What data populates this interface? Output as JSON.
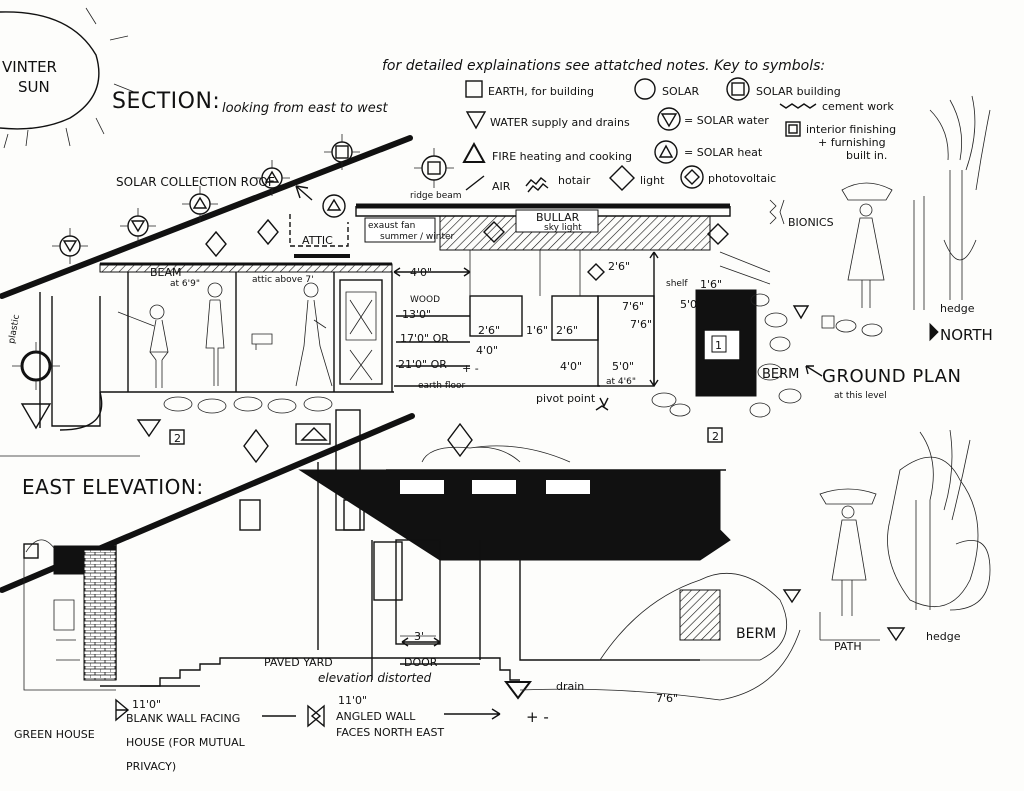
{
  "header": {
    "winter_sun": [
      "VINTER",
      "SUN"
    ],
    "section_title": "SECTION:",
    "section_sub": "looking from east to west",
    "notes": "for detailed explainations see attatched notes. Key to symbols:"
  },
  "legend": {
    "earth": "EARTH, for building",
    "solar": "SOLAR",
    "solar_building": "SOLAR building",
    "cement": "cement work",
    "water": "WATER supply and drains",
    "solar_water": "= SOLAR water",
    "interior": [
      "interior finishing",
      "+ furnishing",
      "built in."
    ],
    "fire": "FIRE heating and cooking",
    "solar_heat": "= SOLAR heat",
    "air": "AIR",
    "hotair": "hotair",
    "light": "light",
    "photovoltaic": "photovoltaic"
  },
  "section": {
    "solar_roof": "SOLAR COLLECTION ROOF",
    "ridge_beam": "ridge beam",
    "exhaust_fan": "exaust fan",
    "summer_winter": "summer / winter",
    "bullar": "BULLAR",
    "skylight": "sky light",
    "attic": "ATTIC",
    "attic_above": "attic above 7'",
    "beam": "BEAM",
    "beam_dim": "at 6'9\"",
    "plastic": "plastic",
    "bionics": "BIONICS",
    "hedge": "hedge",
    "north": "NORTH",
    "ground_plan": "GROUND PLAN",
    "at_this_level": "at this level",
    "berm": "BERM",
    "shelf": "shelf",
    "wood": "WOOD",
    "earth_floor": "earth floor",
    "pivot_point": "pivot point",
    "d1": "13'0\"",
    "d2": "17'0\" OR",
    "d3": "21'0\" OR",
    "d4": "4'0\"",
    "d5": "4'0\"",
    "d6": "2'6\"",
    "d7": "1'6\"",
    "d8": "2'6\"",
    "d9": "4'0\"",
    "d10": "5'0\"",
    "d11": "7'6\"",
    "d12": "7'6\"",
    "d13": "2'6\"",
    "d14": "1'6\"",
    "d15": "5'0\"",
    "d16": "at 4'6\"",
    "plus_minus": "+ -",
    "badge_2a": "2",
    "badge_2b": "2",
    "badge_1": "1"
  },
  "elevation": {
    "title": "EAST ELEVATION:",
    "berm": "BERM",
    "path": "PATH",
    "hedge": "hedge",
    "paved_yard": "PAVED YARD",
    "door": "DOOR",
    "elevation_distorted": "elevation distorted",
    "drain": "drain",
    "dim_3": "3'",
    "dim_76": "7'6\"",
    "green_house": "GREEN HOUSE",
    "blank_dim": "11'0\"",
    "blank_wall": [
      "BLANK WALL FACING",
      "HOUSE (FOR MUTUAL",
      "PRIVACY)"
    ],
    "angled_dim": "11'0\"",
    "angled_wall": [
      "ANGLED WALL",
      "FACES NORTH EAST"
    ],
    "plus_minus": "+ -"
  }
}
